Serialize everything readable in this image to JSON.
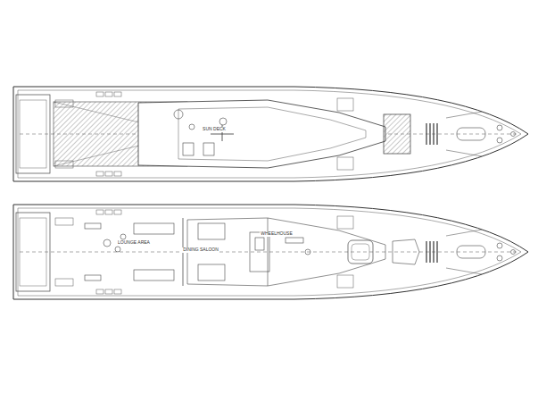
{
  "diagram": {
    "labels": [
      "SUN DECK",
      "LOUNGE AREA",
      "DINING SALOON",
      "WHEELHOUSE"
    ]
  }
}
